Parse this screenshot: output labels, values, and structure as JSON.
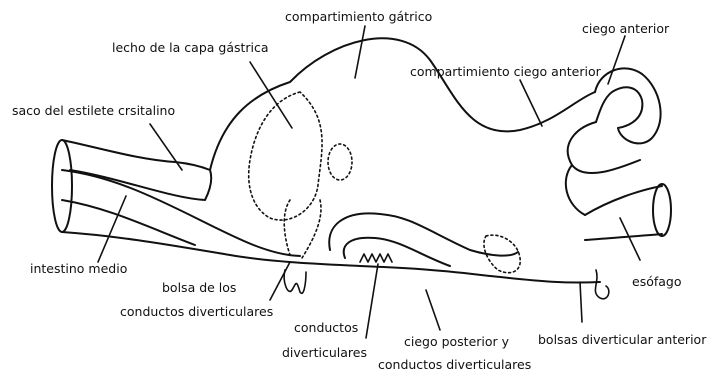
{
  "diagram": {
    "labels": {
      "compartimiento_gatrico": "compartimiento gátrico",
      "ciego_anterior": "ciego anterior",
      "lecho_capa_gastrica": "lecho de la capa gástrica",
      "compartimiento_ciego_anterior": "compartimiento ciego anterior",
      "saco_estilete": "saco del estilete crsitalino",
      "intestino_medio": "intestino medio",
      "bolsa_conductos_1": "bolsa de los",
      "bolsa_conductos_2": "conductos diverticulares",
      "esofago": "esófago",
      "conductos_div_1": "conductos",
      "conductos_div_2": "diverticulares",
      "ciego_posterior_1": "ciego posterior y",
      "ciego_posterior_2": "conductos diverticulares",
      "bolsas_div_anterior": "bolsas diverticular anterior"
    },
    "colors": {
      "line": "#111111",
      "background": "#ffffff"
    }
  }
}
